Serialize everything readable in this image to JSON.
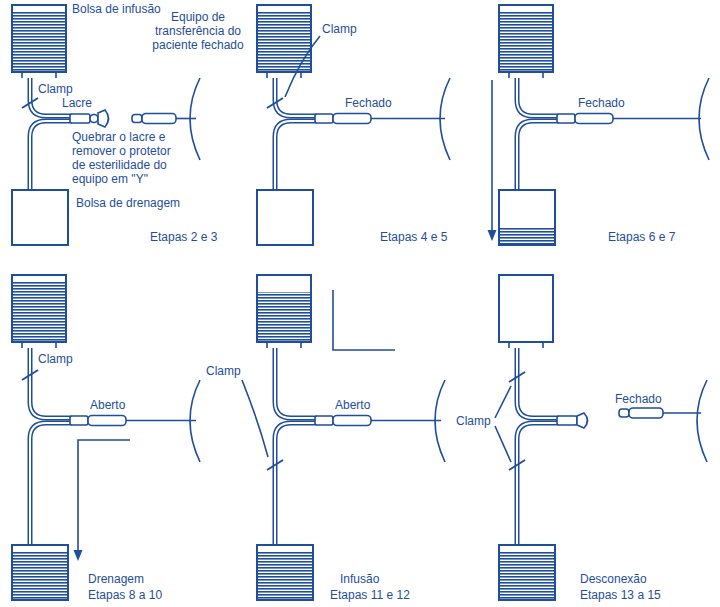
{
  "diagram": {
    "labels": [
      "Bolsa de infusão",
      "Equipo de transferência do paciente fechado",
      "Clamp",
      "Lacre",
      "Quebrar o lacre e remover o protetor de esterilidade do equipo em \"Y\"",
      "Bolsa de drenagem",
      "Etapas 2 e 3",
      "Clamp",
      "Fechado",
      "Etapas 4 e 5",
      "Fechado",
      "Etapas 6 e 7",
      "Clamp",
      "Aberto",
      "Drenagem",
      "Etapas 8 a 10",
      "Clamp",
      "Aberto",
      "Infusão",
      "Etapas 11 e 12",
      "Clamp",
      "Fechado",
      "Desconexão",
      "Etapas 13 a 15"
    ]
  }
}
